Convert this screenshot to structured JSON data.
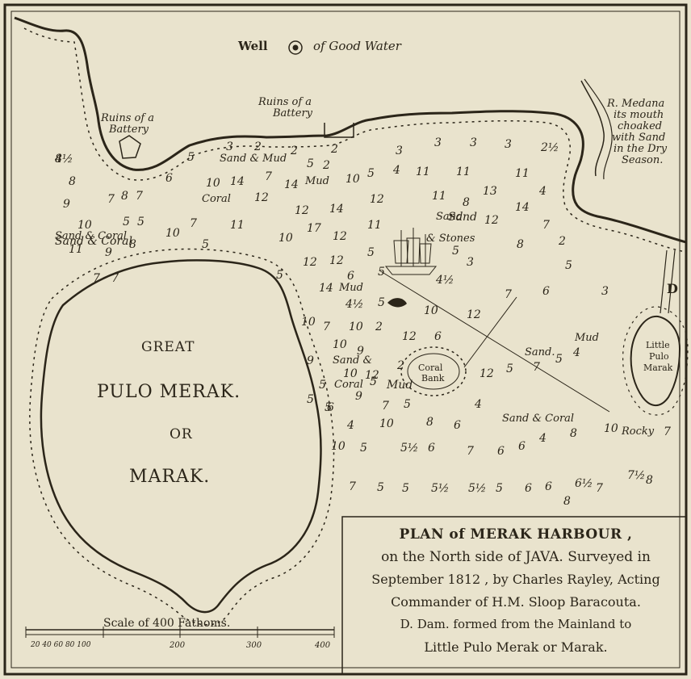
{
  "title": {
    "line1": "PLAN of MERAK HARBOUR ,",
    "line2": "on the North side of JAVA. Surveyed in",
    "line3": "September 1812 , by Charles Rayley, Acting",
    "line4": "Commander of H.M. Sloop Baracouta.",
    "line5": "D. Dam. formed from the Mainland to",
    "line6": "Little Pulo Merak or Marak."
  },
  "labels": {
    "well": "Well",
    "well_rest": "of Good Water",
    "ruins1_a": "Ruins of a",
    "ruins1_b": "Battery",
    "ruins2_a": "Ruins of a",
    "ruins2_b": "Battery",
    "river_1": "R. Medana",
    "river_2": "its mouth",
    "river_3": "choaked",
    "river_4": "with Sand",
    "river_5": "in the Dry",
    "river_6": "Season.",
    "island_1": "GREAT",
    "island_2": "PULO MERAK.",
    "island_3": "OR",
    "island_4": "MARAK.",
    "little_1": "Little",
    "little_2": "Pulo",
    "little_3": "Marak",
    "coral_bank_1": "Coral",
    "coral_bank_2": "Bank",
    "dam": "D",
    "sand_mud": "Sand & Mud",
    "mud1": "Mud",
    "coral": "Coral",
    "sand_coral_left": "Sand & Coral",
    "sand_stones_1": "Sand",
    "sand_stones_2": "& Stones",
    "mud2": "Mud",
    "sand_coral_mid_1": "Sand &",
    "sand_coral_mid_2": "Coral",
    "sand": "Sand.",
    "mud3": "Mud",
    "sand_coral_right": "Sand & Coral",
    "rocky": "Rocky"
  },
  "scale": {
    "title": "Scale of 400 Fathoms.",
    "ticks": [
      "20 40 60 80 100",
      "200",
      "300",
      "400"
    ]
  },
  "soundings": [
    "8",
    "8",
    "9",
    "7",
    "8",
    "7",
    "10",
    "Sand & Coral",
    "11",
    "9",
    "8",
    "5",
    "5",
    "7",
    "7",
    "5",
    "3",
    "2",
    "2",
    "5",
    "2",
    "2",
    "6",
    "10",
    "14",
    "7",
    "14",
    "10",
    "5",
    "4",
    "11",
    "11",
    "11",
    "3",
    "3",
    "3",
    "3",
    "2½",
    "12",
    "12",
    "14",
    "12",
    "11",
    "8",
    "13",
    "4",
    "7",
    "11",
    "10",
    "17",
    "12",
    "11",
    "Sand",
    "12",
    "14",
    "7",
    "10",
    "5",
    "5",
    "12",
    "12",
    "5",
    "3",
    "8",
    "2",
    "6",
    "5",
    "4½",
    "14",
    "4½",
    "5",
    "10",
    "12",
    "7",
    "6",
    "5",
    "3",
    "5",
    "10",
    "7",
    "10",
    "2",
    "12",
    "6",
    "10",
    "9",
    "10",
    "12",
    "5",
    "2",
    "5",
    "Mud",
    "5",
    "6",
    "9",
    "7",
    "5",
    "9",
    "12",
    "5",
    "7",
    "5",
    "4",
    "5",
    "4",
    "10",
    "8",
    "6",
    "4",
    "4",
    "8",
    "10",
    "10",
    "5",
    "5½",
    "6",
    "7",
    "6",
    "6",
    "7",
    "5",
    "5",
    "5½",
    "5½",
    "5",
    "6",
    "6",
    "6½",
    "7",
    "7½",
    "8",
    "8",
    "7",
    "4½"
  ],
  "colors": {
    "paper": "#e9e3cd",
    "ink": "#2b2519"
  }
}
